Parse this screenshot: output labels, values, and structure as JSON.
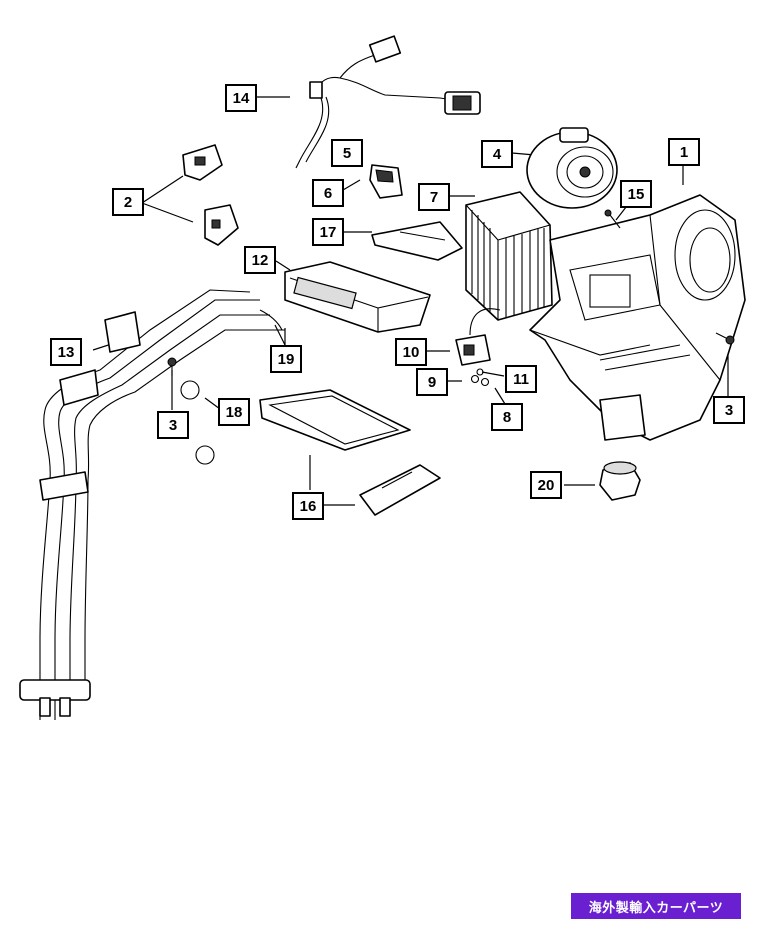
{
  "callouts": [
    {
      "id": "c1",
      "label": "1"
    },
    {
      "id": "c2",
      "label": "2"
    },
    {
      "id": "c3a",
      "label": "3"
    },
    {
      "id": "c3b",
      "label": "3"
    },
    {
      "id": "c4",
      "label": "4"
    },
    {
      "id": "c5",
      "label": "5"
    },
    {
      "id": "c6",
      "label": "6"
    },
    {
      "id": "c7",
      "label": "7"
    },
    {
      "id": "c8",
      "label": "8"
    },
    {
      "id": "c9",
      "label": "9"
    },
    {
      "id": "c10",
      "label": "10"
    },
    {
      "id": "c11",
      "label": "11"
    },
    {
      "id": "c12",
      "label": "12"
    },
    {
      "id": "c13",
      "label": "13"
    },
    {
      "id": "c14",
      "label": "14"
    },
    {
      "id": "c15",
      "label": "15"
    },
    {
      "id": "c16",
      "label": "16"
    },
    {
      "id": "c17",
      "label": "17"
    },
    {
      "id": "c18",
      "label": "18"
    },
    {
      "id": "c19",
      "label": "19"
    },
    {
      "id": "c20",
      "label": "20"
    }
  ],
  "watermark": {
    "text": "海外製輸入カーパーツ",
    "background": "#6a1fd0"
  }
}
